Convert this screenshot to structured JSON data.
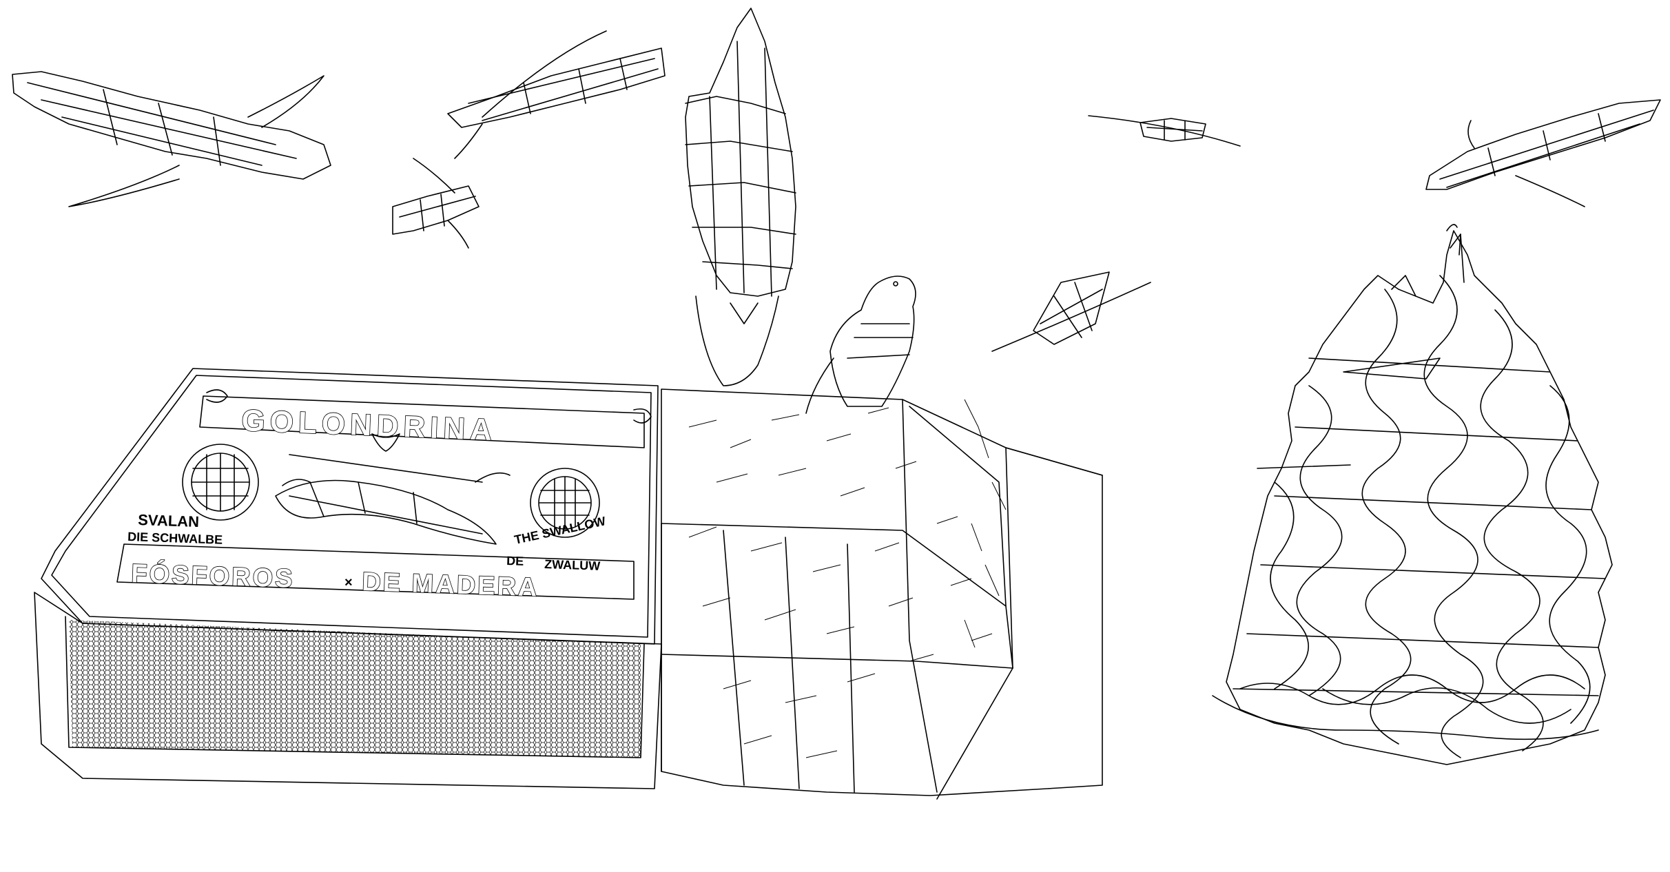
{
  "scene": {
    "background": "#ffffff",
    "stroke_color": "#000000",
    "style": "wireframe line drawing"
  },
  "matchbox": {
    "brand": "GOLONDRINA",
    "bottom_line_1": "FÓSFOROS",
    "bottom_line_2": "DE MADERA",
    "sep": "×",
    "left_label_1": "SVALAN",
    "left_label_2": "DIE SCHWALBE",
    "right_label_1": "THE SWALLOW",
    "right_label_2": "DE",
    "right_label_3": "ZWALUW"
  }
}
